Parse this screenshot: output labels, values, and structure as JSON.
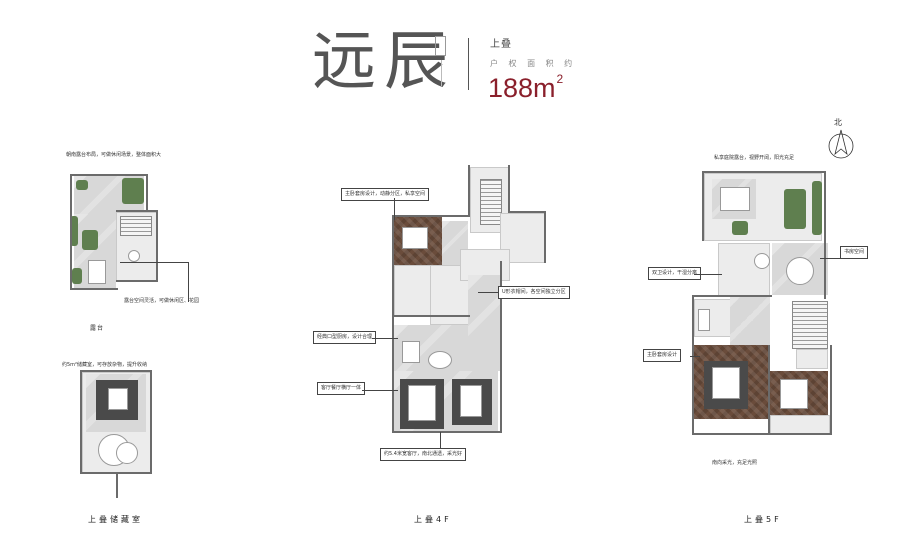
{
  "header": {
    "title": "远辰",
    "subtitle": "上叠",
    "caption": "户 权 面 积 约",
    "area_number": "188m",
    "area_sup": "2"
  },
  "compass": {
    "label": "北"
  },
  "floors": [
    {
      "label": "上叠储藏室",
      "annotations": [
        "朝南露台布局，可做休闲场景，整体面积大"
      ]
    },
    {
      "label": "上叠4F",
      "annotations": [
        "主卧套房设计，动静分区，私享空间",
        "U形衣帽间，各空间独立分区",
        "经典口型厨房，设计合理",
        "客厅餐厅横厅一体",
        "约5.4米宽客厅，南北通透，采光好"
      ]
    },
    {
      "label": "上叠5F",
      "annotations": [
        "私享庭院露台，视野开阔，阳光充足",
        "书房空间",
        "双卫设计，干湿分离",
        "主卧套房设计",
        "南向采光，充足光照"
      ]
    }
  ],
  "terrace_label": "露台",
  "colors": {
    "area_accent": "#8a1f2b",
    "wood_floor": "#6a4c3b",
    "planting": "#5f7f4f",
    "wall": "#6b6b6b"
  }
}
